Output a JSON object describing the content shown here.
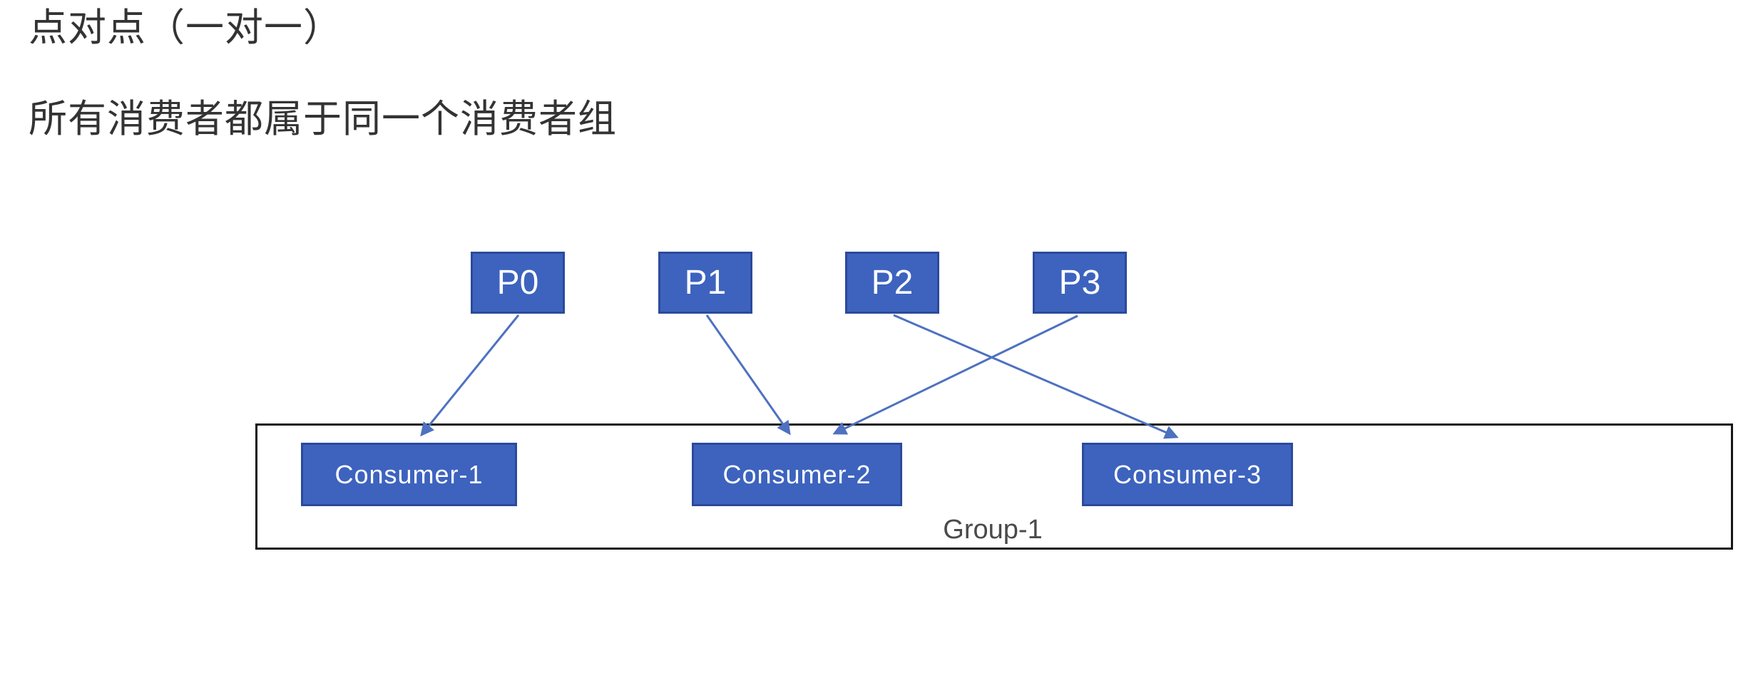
{
  "titles": {
    "heading": "点对点（一对一）",
    "subheading": "所有消费者都属于同一个消费者组"
  },
  "diagram": {
    "partitions": [
      {
        "id": "P0",
        "label": "P0"
      },
      {
        "id": "P1",
        "label": "P1"
      },
      {
        "id": "P2",
        "label": "P2"
      },
      {
        "id": "P3",
        "label": "P3"
      }
    ],
    "group": {
      "label": "Group-1",
      "consumers": [
        {
          "id": "Consumer-1",
          "label": "Consumer-1"
        },
        {
          "id": "Consumer-2",
          "label": "Consumer-2"
        },
        {
          "id": "Consumer-3",
          "label": "Consumer-3"
        }
      ]
    },
    "edges": [
      {
        "from": "P0",
        "to": "Consumer-1"
      },
      {
        "from": "P1",
        "to": "Consumer-2"
      },
      {
        "from": "P2",
        "to": "Consumer-3"
      },
      {
        "from": "P3",
        "to": "Consumer-2"
      }
    ],
    "colors": {
      "node_fill": "#3D63BE",
      "node_border": "#2B4A9B",
      "node_text": "#FFFFFF",
      "arrow": "#4E71C0",
      "group_border": "#161616",
      "heading_text": "#333333",
      "group_label_text": "#4A4A4A"
    }
  }
}
